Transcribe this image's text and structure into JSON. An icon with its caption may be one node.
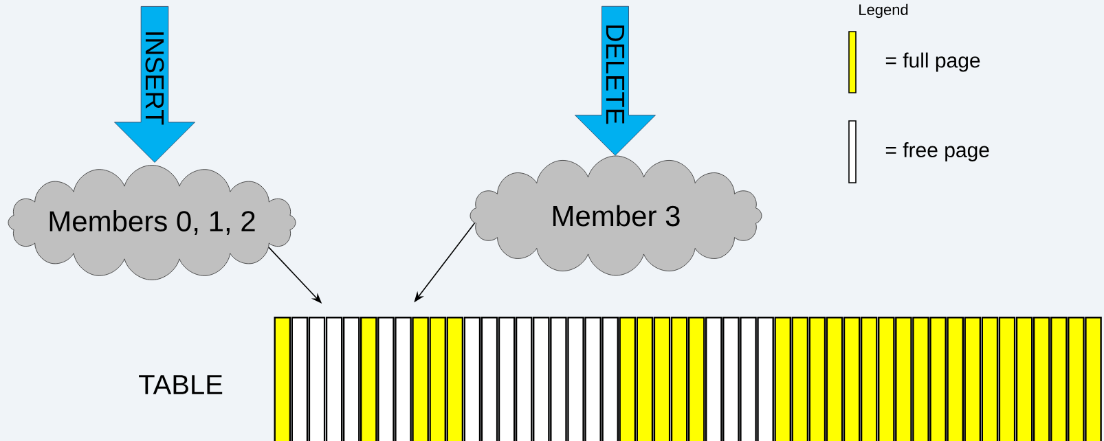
{
  "diagram": {
    "nodes": [
      {
        "text": [
          "INSERT"
        ]
      },
      {
        "text": [
          "DELETE"
        ]
      },
      {
        "text": [
          "Members 0, 1, 2"
        ]
      },
      {
        "text": [
          "Member 3"
        ]
      },
      {
        "text": [],
        "shape": "bar"
      },
      {
        "text": [],
        "shape": "bar"
      },
      {
        "text": [],
        "shape": "bar"
      },
      {
        "text": [],
        "shape": "bar"
      },
      {
        "text": [],
        "shape": "bar"
      },
      {
        "text": [],
        "shape": "bar"
      },
      {
        "text": [],
        "shape": "bar"
      },
      {
        "text": [],
        "shape": "bar"
      },
      {
        "text": [],
        "shape": "bar"
      },
      {
        "text": [],
        "shape": "bar"
      },
      {
        "text": [],
        "shape": "bar"
      },
      {
        "text": [],
        "shape": "bar"
      },
      {
        "text": [],
        "shape": "bar"
      },
      {
        "text": [],
        "shape": "bar"
      },
      {
        "text": [],
        "shape": "bar"
      },
      {
        "text": [],
        "shape": "bar"
      },
      {
        "text": [],
        "shape": "bar"
      },
      {
        "text": [],
        "shape": "bar"
      },
      {
        "text": [],
        "shape": "bar"
      },
      {
        "text": [],
        "shape": "bar"
      },
      {
        "text": [],
        "shape": "bar"
      },
      {
        "text": [],
        "shape": "bar"
      },
      {
        "text": [],
        "shape": "bar"
      },
      {
        "text": [],
        "shape": "bar"
      },
      {
        "text": [],
        "shape": "bar"
      },
      {
        "text": [],
        "shape": "bar"
      },
      {
        "text": [],
        "shape": "bar"
      },
      {
        "text": [],
        "shape": "bar"
      },
      {
        "text": [],
        "shape": "bar"
      },
      {
        "text": [],
        "shape": "bar"
      },
      {
        "text": [],
        "shape": "bar"
      },
      {
        "text": [],
        "shape": "bar"
      },
      {
        "text": [],
        "shape": "bar"
      },
      {
        "text": [],
        "shape": "bar"
      },
      {
        "text": [],
        "shape": "bar"
      },
      {
        "text": [],
        "shape": "bar"
      },
      {
        "text": [],
        "shape": "bar"
      },
      {
        "text": [],
        "shape": "bar"
      },
      {
        "text": [],
        "shape": "bar"
      },
      {
        "text": [],
        "shape": "bar"
      },
      {
        "text": [],
        "shape": "bar"
      },
      {
        "text": [],
        "shape": "bar"
      },
      {
        "text": [],
        "shape": "bar"
      },
      {
        "text": [],
        "shape": "bar"
      },
      {
        "text": [],
        "shape": "bar"
      },
      {
        "text": [],
        "shape": "bar"
      },
      {
        "text": [],
        "shape": "bar"
      },
      {
        "text": [],
        "shape": "bar"
      }
    ],
    "edges": [
      {
        "from": 2,
        "to": 7,
        "arrow": "to"
      },
      {
        "from": 3,
        "to": 11,
        "arrow": "to"
      }
    ],
    "labels": [
      "Legend",
      "TABLE"
    ],
    "legend": [
      {
        "text": "= full page",
        "color": "#ffff00"
      },
      {
        "text": "= free page",
        "color": "#ffffff"
      }
    ]
  }
}
